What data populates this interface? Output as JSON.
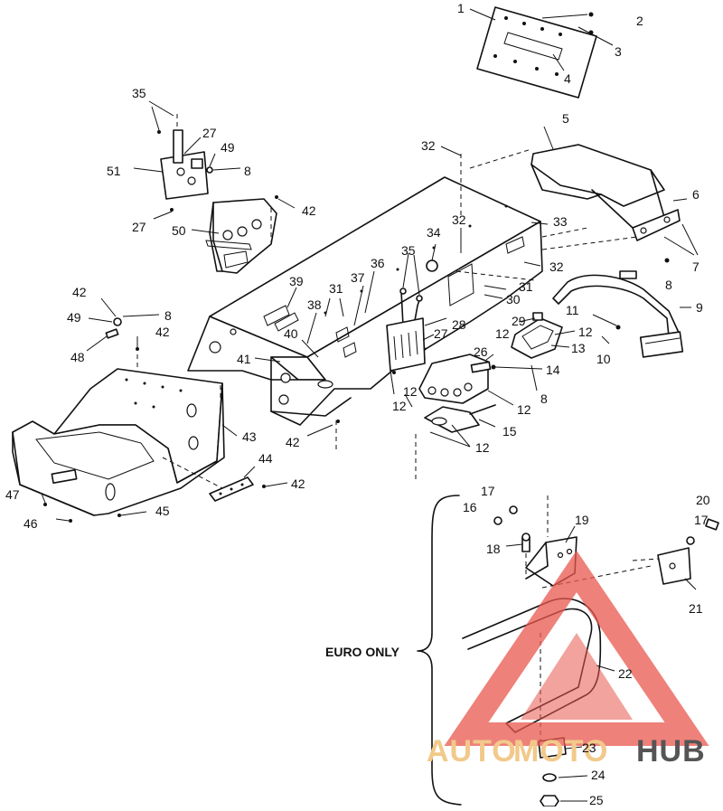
{
  "diagram": {
    "section_label": "EURO ONLY",
    "callouts": [
      {
        "id": "c1",
        "text": "1"
      },
      {
        "id": "c2",
        "text": "2"
      },
      {
        "id": "c3",
        "text": "3"
      },
      {
        "id": "c4",
        "text": "4"
      },
      {
        "id": "c5",
        "text": "5"
      },
      {
        "id": "c6",
        "text": "6"
      },
      {
        "id": "c7",
        "text": "7"
      },
      {
        "id": "c8a",
        "text": "8"
      },
      {
        "id": "c8b",
        "text": "8"
      },
      {
        "id": "c8c",
        "text": "8"
      },
      {
        "id": "c8d",
        "text": "8"
      },
      {
        "id": "c9",
        "text": "9"
      },
      {
        "id": "c10",
        "text": "10"
      },
      {
        "id": "c11",
        "text": "11"
      },
      {
        "id": "c12a",
        "text": "12"
      },
      {
        "id": "c12b",
        "text": "12"
      },
      {
        "id": "c12c",
        "text": "12"
      },
      {
        "id": "c12d",
        "text": "12"
      },
      {
        "id": "c12e",
        "text": "12"
      },
      {
        "id": "c12f",
        "text": "12"
      },
      {
        "id": "c13",
        "text": "13"
      },
      {
        "id": "c14",
        "text": "14"
      },
      {
        "id": "c15",
        "text": "15"
      },
      {
        "id": "c16",
        "text": "16"
      },
      {
        "id": "c17a",
        "text": "17"
      },
      {
        "id": "c17b",
        "text": "17"
      },
      {
        "id": "c18",
        "text": "18"
      },
      {
        "id": "c19",
        "text": "19"
      },
      {
        "id": "c20",
        "text": "20"
      },
      {
        "id": "c21",
        "text": "21"
      },
      {
        "id": "c22",
        "text": "22"
      },
      {
        "id": "c23",
        "text": "23"
      },
      {
        "id": "c24",
        "text": "24"
      },
      {
        "id": "c25",
        "text": "25"
      },
      {
        "id": "c26",
        "text": "26"
      },
      {
        "id": "c27a",
        "text": "27"
      },
      {
        "id": "c27b",
        "text": "27"
      },
      {
        "id": "c27c",
        "text": "27"
      },
      {
        "id": "c28",
        "text": "28"
      },
      {
        "id": "c29",
        "text": "29"
      },
      {
        "id": "c30",
        "text": "30"
      },
      {
        "id": "c31a",
        "text": "31"
      },
      {
        "id": "c31b",
        "text": "31"
      },
      {
        "id": "c32a",
        "text": "32"
      },
      {
        "id": "c32b",
        "text": "32"
      },
      {
        "id": "c32c",
        "text": "32"
      },
      {
        "id": "c33",
        "text": "33"
      },
      {
        "id": "c34",
        "text": "34"
      },
      {
        "id": "c35a",
        "text": "35"
      },
      {
        "id": "c35b",
        "text": "35"
      },
      {
        "id": "c36",
        "text": "36"
      },
      {
        "id": "c37",
        "text": "37"
      },
      {
        "id": "c38",
        "text": "38"
      },
      {
        "id": "c39",
        "text": "39"
      },
      {
        "id": "c40",
        "text": "40"
      },
      {
        "id": "c41",
        "text": "41"
      },
      {
        "id": "c42a",
        "text": "42"
      },
      {
        "id": "c42b",
        "text": "42"
      },
      {
        "id": "c42c",
        "text": "42"
      },
      {
        "id": "c42d",
        "text": "42"
      },
      {
        "id": "c42e",
        "text": "42"
      },
      {
        "id": "c43",
        "text": "43"
      },
      {
        "id": "c44",
        "text": "44"
      },
      {
        "id": "c45",
        "text": "45"
      },
      {
        "id": "c46",
        "text": "46"
      },
      {
        "id": "c47",
        "text": "47"
      },
      {
        "id": "c48",
        "text": "48"
      },
      {
        "id": "c49a",
        "text": "49"
      },
      {
        "id": "c49b",
        "text": "49"
      },
      {
        "id": "c50",
        "text": "50"
      },
      {
        "id": "c51",
        "text": "51"
      }
    ]
  },
  "watermark": {
    "text_auto": "AUTO",
    "text_moto": "MOTO",
    "text_hub": "HUB",
    "colors": {
      "triangle": "#e8574e",
      "auto": "#f2c98a",
      "moto": "#f2c98a",
      "hub": "#555555"
    }
  }
}
